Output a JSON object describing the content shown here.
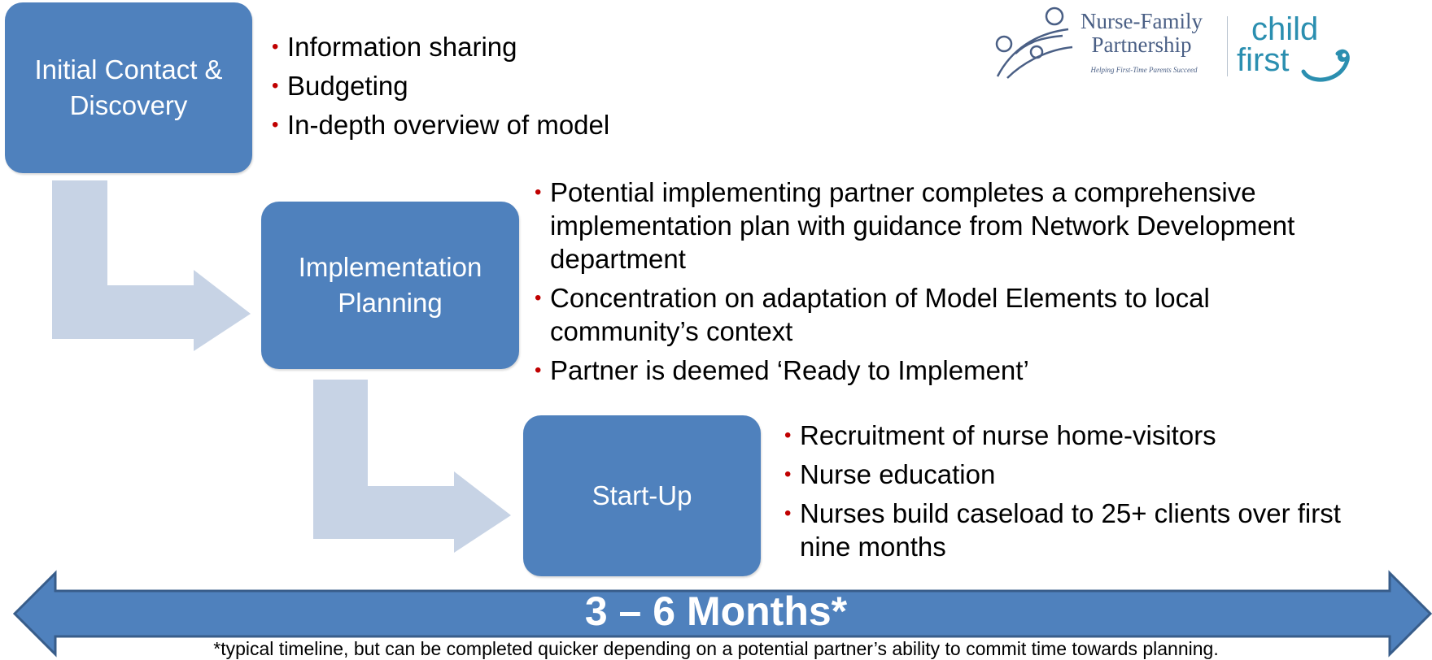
{
  "steps": [
    {
      "box_lines": [
        "Initial Contact &",
        "Discovery"
      ],
      "bullets": [
        [
          "Information sharing"
        ],
        [
          "Budgeting"
        ],
        [
          "In-depth overview of model"
        ]
      ]
    },
    {
      "box_lines": [
        "Implementation",
        "Planning"
      ],
      "bullets": [
        [
          "Potential implementing partner completes a comprehensive",
          "implementation plan with guidance from Network Development",
          "department"
        ],
        [
          "Concentration on adaptation of Model Elements to local",
          "community’s context"
        ],
        [
          "Partner is deemed ‘Ready to Implement’"
        ]
      ]
    },
    {
      "box_lines": [
        "Start-Up"
      ],
      "bullets": [
        [
          "Recruitment of nurse home-visitors"
        ],
        [
          "Nurse education"
        ],
        [
          "Nurses build caseload to 25+ clients over first",
          "nine months"
        ]
      ]
    }
  ],
  "bullet_glyph": "•",
  "timeline_label": "3 – 6 Months*",
  "footnote": "*typical timeline, but can be completed quicker depending on a potential partner’s ability to commit time towards planning.",
  "logo": {
    "nfp_line1": "Nurse-Family",
    "nfp_line2": "Partnership",
    "nfp_tagline": "Helping First-Time Parents Succeed",
    "cf_word1": "child",
    "cf_word2": "first"
  },
  "colors": {
    "box_fill": "#4f81bd",
    "connector_arrow": "#c7d3e5",
    "bullet_dot": "#c00000",
    "timeline_fill": "#4f81bd",
    "timeline_stroke": "#385d8a"
  }
}
